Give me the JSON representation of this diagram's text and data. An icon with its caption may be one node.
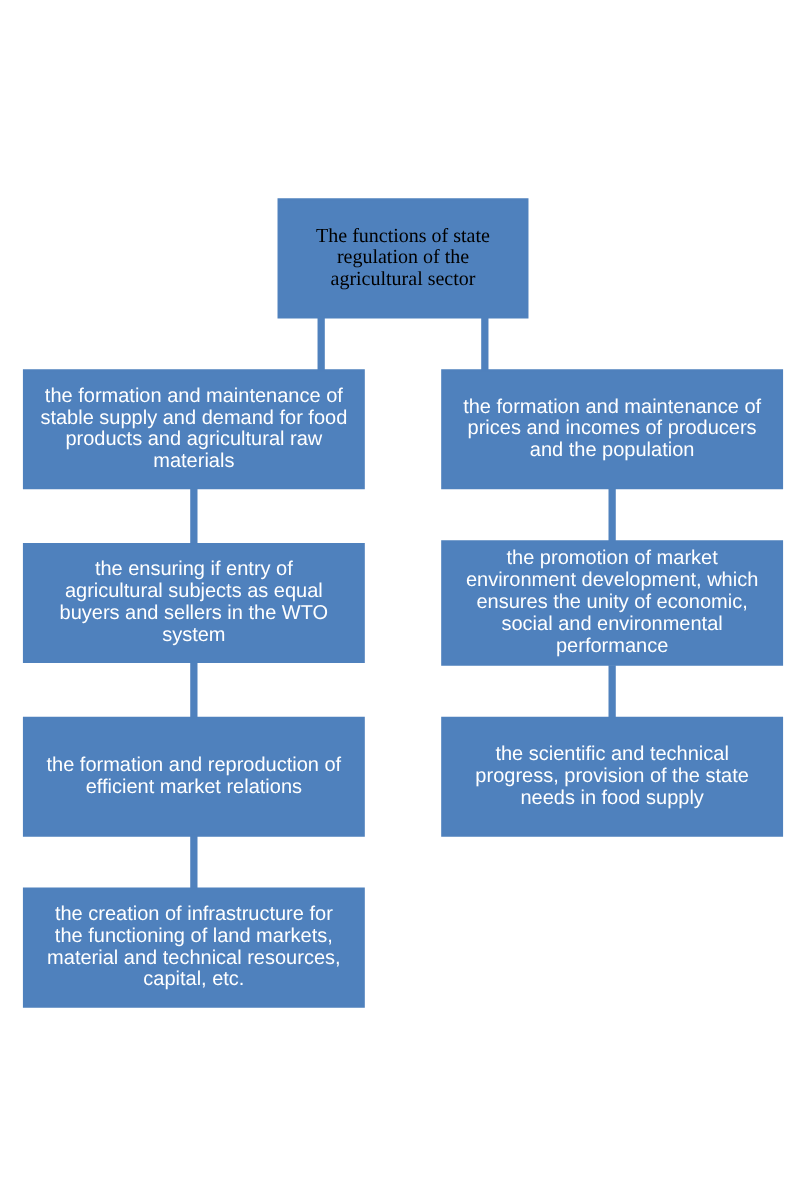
{
  "diagram": {
    "nodes": [
      {
        "text": [
          "The functions of state regulation of the agricultural sector"
        ]
      },
      {
        "text": [
          "the formation and maintenance of stable supply and demand for food products and agricultural raw materials"
        ]
      },
      {
        "text": [
          "the ensuring if entry of agricultural subjects as equal buyers and sellers in the WTO system"
        ]
      },
      {
        "text": [
          "the formation and reproduction of efficient market relations"
        ]
      },
      {
        "text": [
          "the creation of infrastructure for the functioning of land markets, material and technical resources, capital, etc."
        ]
      },
      {
        "text": [
          "the formation and maintenance of prices and incomes of producers and the population"
        ]
      },
      {
        "text": [
          "the promotion of market environment development, which ensures the unity of economic, social and environmental performance"
        ]
      },
      {
        "text": [
          "the scientific and technical progress, provision of the state needs in food supply"
        ]
      }
    ],
    "edges": [
      {
        "from": 0,
        "to": 1,
        "arrow": "none"
      },
      {
        "from": 0,
        "to": 5,
        "arrow": "none"
      },
      {
        "from": 1,
        "to": 2,
        "arrow": "none"
      },
      {
        "from": 2,
        "to": 3,
        "arrow": "none"
      },
      {
        "from": 3,
        "to": 4,
        "arrow": "none"
      },
      {
        "from": 5,
        "to": 6,
        "arrow": "none"
      },
      {
        "from": 6,
        "to": 7,
        "arrow": "none"
      }
    ]
  }
}
